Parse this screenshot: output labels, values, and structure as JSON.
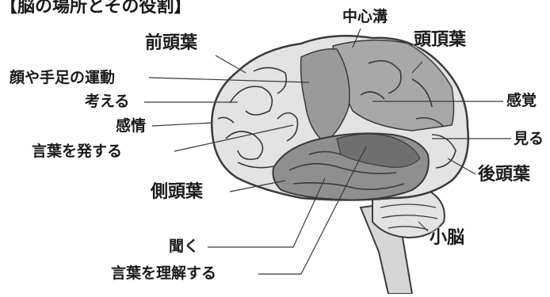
{
  "title": "【脳の場所とその役割】",
  "colors": {
    "lobe_light": "#e3e3e3",
    "lobe_mid": "#a5a5a5",
    "lobe_dark": "#8b8b8b",
    "outline": "#3a3a3a"
  },
  "labels": {
    "chushinko": "中心溝",
    "zentouyou": "前頭葉",
    "toutyouyou": "頭頂葉",
    "kao_teashi": "顔や手足の運動",
    "kangaeru": "考える",
    "kanjou": "感情",
    "kotoba_hassuru": "言葉を発する",
    "kankaku": "感覚",
    "miru": "見る",
    "koutouyou": "後頭葉",
    "sokutouyou": "側頭葉",
    "shounou": "小脳",
    "kiku": "聞く",
    "kotoba_rikai": "言葉を理解する"
  }
}
